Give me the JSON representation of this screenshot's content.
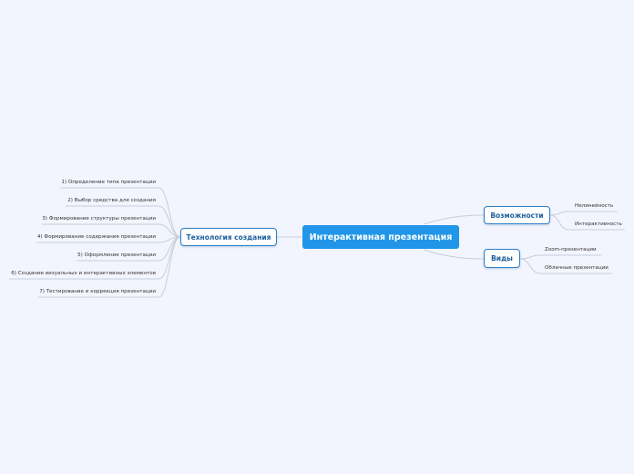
{
  "central": {
    "label": "Интерактивная презентация"
  },
  "topics": {
    "technology": {
      "label": "Технология создания",
      "items": [
        "1) Определение типа презентации",
        "2) Выбор средства для создания",
        "3) Формирование структуры презентации",
        "4) Формирование содержания презентации",
        "5) Оформление презентации",
        "6) Создание визуальных и интерактивных элементов",
        "7) Тестирование и коррекция презентации"
      ]
    },
    "possibilities": {
      "label": "Возможности",
      "items": [
        "Нелинейность",
        "Интерактивность"
      ]
    },
    "types": {
      "label": "Виды",
      "items": [
        "Zoom-презентации",
        "Облачные презентации"
      ]
    }
  },
  "colors": {
    "central": "#2196e8",
    "topic_border": "#2f7fc4",
    "connector": "#c6cedb",
    "background": "#f2f5fd"
  }
}
